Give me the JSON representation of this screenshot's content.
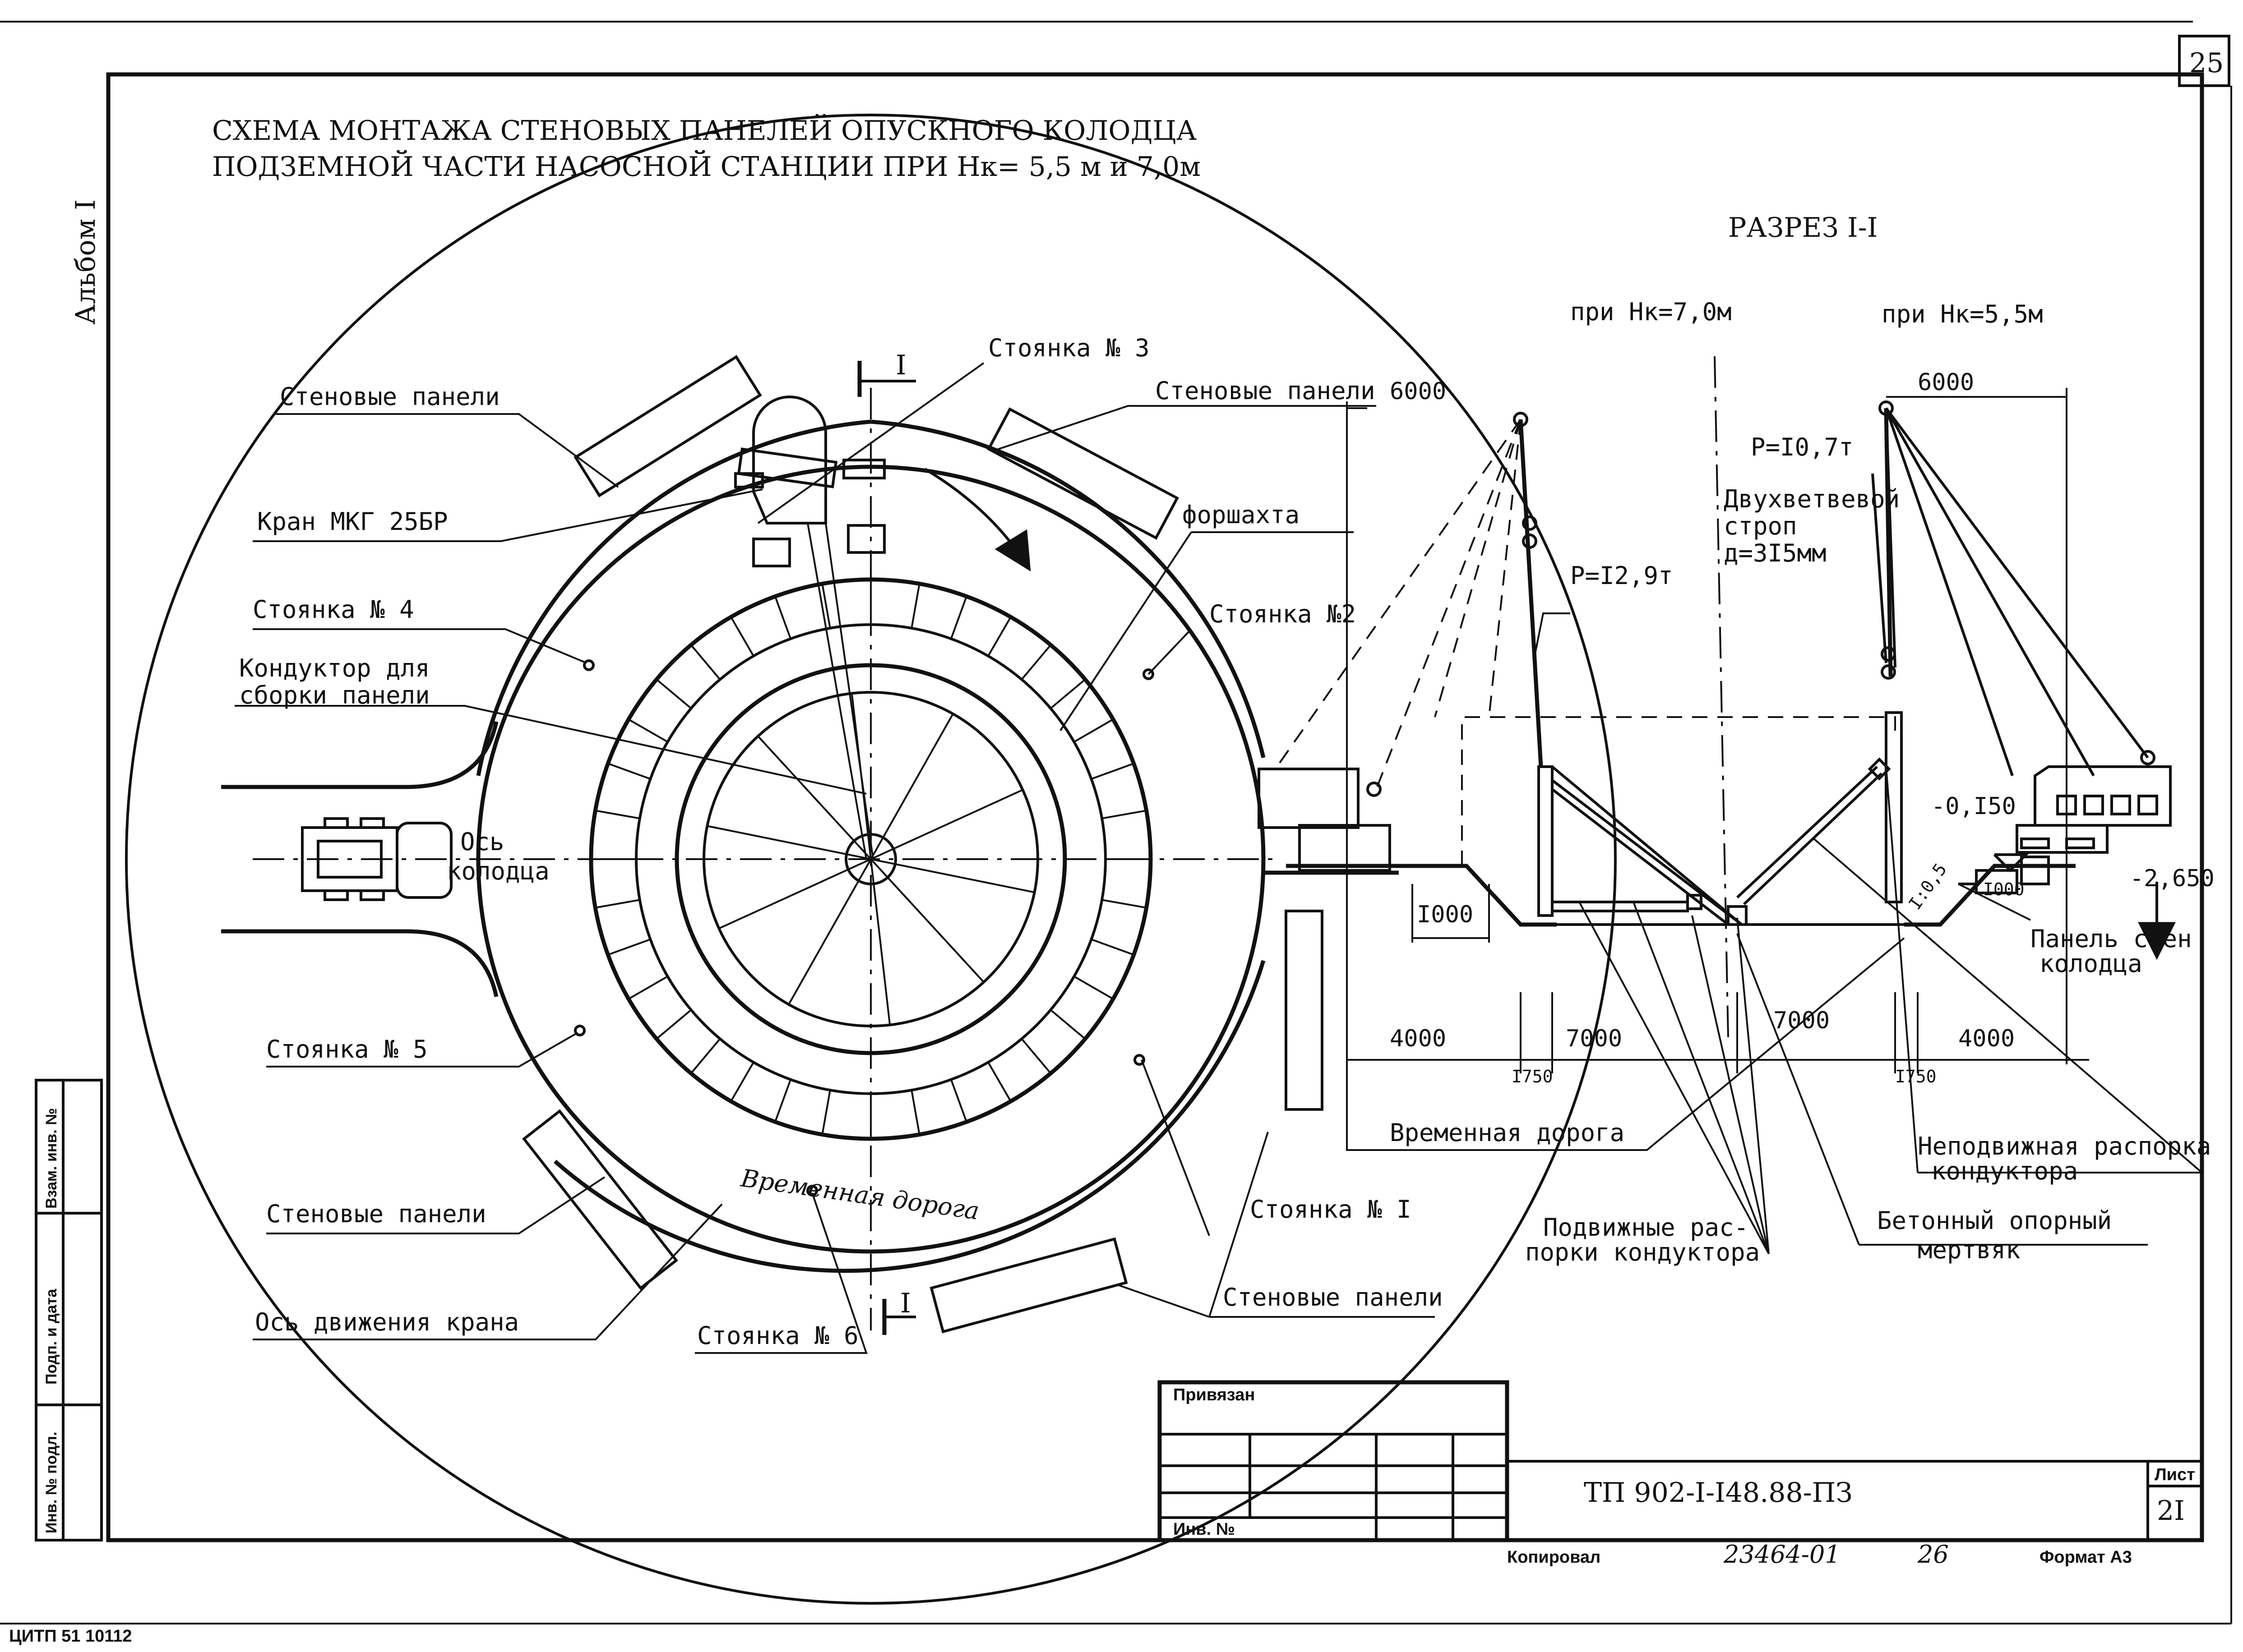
{
  "sheet": {
    "page_number": "25",
    "album": "Альбом I",
    "title_line1": "СХЕМА МОНТАЖА СТЕНОВЫХ ПАНЕЛЕЙ ОПУСКНОГО КОЛОДЦА",
    "title_line2": "ПОДЗЕМНОЙ ЧАСТИ НАСОСНОЙ СТАНЦИИ ПРИ Нк= 5,5 м и 7,0м"
  },
  "plan": {
    "wall_panels_top_left": "Стеновые панели",
    "wall_panels_top_right": "Стеновые панели",
    "wall_panels_bottom_left": "Стеновые панели",
    "wall_panels_bottom_right": "Стеновые панели",
    "crane": "Кран МКГ 25БР",
    "parking_3": "Стоянка № 3",
    "parking_4": "Стоянка № 4",
    "parking_2": "Стоянка №2",
    "parking_5": "Стоянка № 5",
    "parking_6": "Стоянка № 6",
    "parking_1": "Стоянка № I",
    "jig_line1": "Кондуктор для",
    "jig_line2": "сборки панели",
    "forshakhta": "форшахта",
    "well_axis_line1": "Ось",
    "well_axis_line2": "колодца",
    "temp_road": "Временная дорога",
    "crane_axis": "Ось движения крана",
    "section_mark_top": "I",
    "section_mark_bottom": "I"
  },
  "section": {
    "title": "РАЗРЕЗ I-I",
    "case_70": "при Нк=7,0м",
    "case_55": "при Нк=5,5м",
    "dim_6000_left": "6000",
    "dim_6000_right": "6000",
    "load_left": "Р=I2,9т",
    "load_right": "Р=I0,7т",
    "sling_line1": "Двухветвевой",
    "sling_line2": "строп",
    "sling_line3": "д=3I5мм",
    "level_top": "-0,I50",
    "level_bottom": "-2,650",
    "dim_1000": "I000",
    "dim_1000_small": "I000",
    "slope": "I:0,5",
    "dim_4000_left": "4000",
    "dim_7000_left": "7000",
    "dim_7000_right": "7000",
    "dim_4000_right": "4000",
    "dim_750_left": "I750",
    "dim_750_right": "I750",
    "wall_panel_line1": "Панель стен",
    "wall_panel_line2": "колодца",
    "temp_road": "Временная дорога",
    "fixed_strut_line1": "Неподвижная распорка",
    "fixed_strut_line2": "кондуктора",
    "movable_strut_line1": "Подвижные рас-",
    "movable_strut_line2": "порки кондуктора",
    "anchor_line1": "Бетонный опорный",
    "anchor_line2": "мертвяк"
  },
  "stamp": {
    "linked": "Привязан",
    "inv_no": "Инв. №",
    "doc_code": "ТП 902-I-I48.88-ПЗ",
    "sheet_label": "Лист",
    "sheet_no": "2I",
    "copied": "Копировал",
    "copy_no": "23464-01",
    "copy_sheet": "26",
    "format": "Формат А3",
    "publisher": "ЦИТП  51  10112"
  },
  "side_stamp": {
    "inv_orig": "Инв. № подл.",
    "sign_date": "Подп. и дата",
    "replace_inv": "Взам. инв. №"
  }
}
